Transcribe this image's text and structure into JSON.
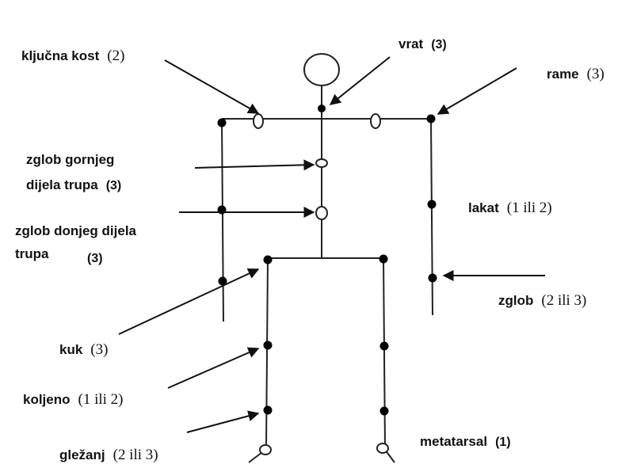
{
  "labels": {
    "kljucna_kost": {
      "name": "ključna kost",
      "dof": "(2)"
    },
    "vrat": {
      "name": "vrat",
      "dof": "(3)"
    },
    "rame": {
      "name": "rame",
      "dof": "(3)"
    },
    "zglob_gornjeg": {
      "line1": "zglob gornjeg",
      "line2": "dijela trupa",
      "dof": "(3)"
    },
    "zglob_donjeg": {
      "line1": "zglob donjeg dijela",
      "line2": "trupa",
      "dof": "(3)"
    },
    "lakat": {
      "name": "lakat",
      "dof": "(1 ili 2)"
    },
    "zglob": {
      "name": "zglob",
      "dof": "(2 ili 3)"
    },
    "kuk": {
      "name": "kuk",
      "dof": "(3)"
    },
    "koljeno": {
      "name": "koljeno",
      "dof": "(1 ili 2)"
    },
    "glezanj": {
      "name": "gležanj",
      "dof": "(2 ili 3)"
    },
    "metatarsal": {
      "name": "metatarsal",
      "dof": "(1)"
    }
  },
  "colors": {
    "ink": "#111111",
    "background": "#ffffff"
  }
}
